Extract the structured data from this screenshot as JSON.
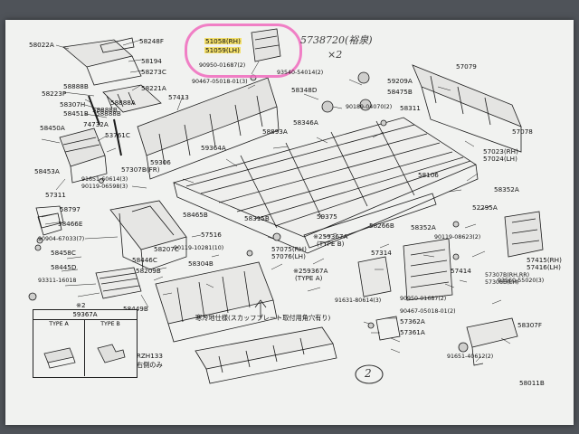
{
  "figure_id": "58011B",
  "handwritten": {
    "note": "5738720(裕泉)",
    "multiplier": "×2",
    "circled_number": "2"
  },
  "highlight_color": "#f06bbd",
  "marker_color": "#f4e06a",
  "labels": {
    "l1": "58022A",
    "l2": "58248F",
    "l3": "58194",
    "l4": "58273C",
    "l5": "58888B",
    "l6": "58223P",
    "l7": "58221A",
    "l8": "58307H",
    "l9": "58451B",
    "l10": "58888B",
    "l11": "58450A",
    "l12": "74732A",
    "l13": "53761C",
    "l14": "58453A",
    "l15": "57307B(FR)",
    "l16": "91651-60614(3)",
    "l17": "90119-06598(3)",
    "l18": "57311",
    "l19": "58797",
    "l20": "58466E",
    "l21": "90904-67033(7)",
    "l22": "58458C",
    "l23": "58445D",
    "l24": "93311-16018",
    "l25": "58449B",
    "l26": "57413",
    "l27": "51058(RH)",
    "l28": "51059(LH)",
    "l29": "90950-01687(2)",
    "l30": "90467-05018-01(3)",
    "l31": "93540-54014(2)",
    "l32": "58348D",
    "l33": "59209A",
    "l34": "58475B",
    "l35": "57079",
    "l36": "90189-04070(2)",
    "l37": "58311",
    "l38": "58346A",
    "l39": "58893A",
    "l40": "59364A",
    "l41": "59306",
    "l42": "57078",
    "l43": "57023(RH)",
    "l44": "57024(LH)",
    "l45": "58106",
    "l46": "58352A",
    "l47": "52295A",
    "l48": "58465B",
    "l49": "58315B",
    "l50": "59375",
    "l51": "58266B",
    "l52": "58352A",
    "l53": "90119-08623(2)",
    "l54": "57516",
    "l55": "90119-10281(10)",
    "l56": "57075(RH)",
    "l57": "57076(LH)",
    "l58": "※259367A",
    "l59": "(TYPE B)",
    "l60": "57314",
    "l61": "58207C",
    "l62": "58446C",
    "l63": "58304B",
    "l64": "58209B",
    "l65": "※259367A",
    "l66": "(TYPE A)",
    "l67": "57414",
    "l68": "57415(RH)",
    "l69": "57416(LH)",
    "l70": "57307B(RH,RR)",
    "l71": "57308B(LH)",
    "l72": "91631-80614(3)",
    "l73": "90950-01687(2)",
    "l74": "90467-05018-01(2)",
    "l75": "57362A",
    "l76": "57361A",
    "l77": "93560-55020(3)",
    "l78": "58307F",
    "l79": "91651-40612(2)",
    "l80": "※1 RZH133",
    "l81": "※3 右側のみ",
    "l82": "※2",
    "l83": "59367A",
    "l84": "TYPE A",
    "l85": "TYPE B",
    "l86": "寒冷地仕様(スカッフプレート取付用角穴有り)",
    "l87": "58888B",
    "l88": "58888A"
  }
}
